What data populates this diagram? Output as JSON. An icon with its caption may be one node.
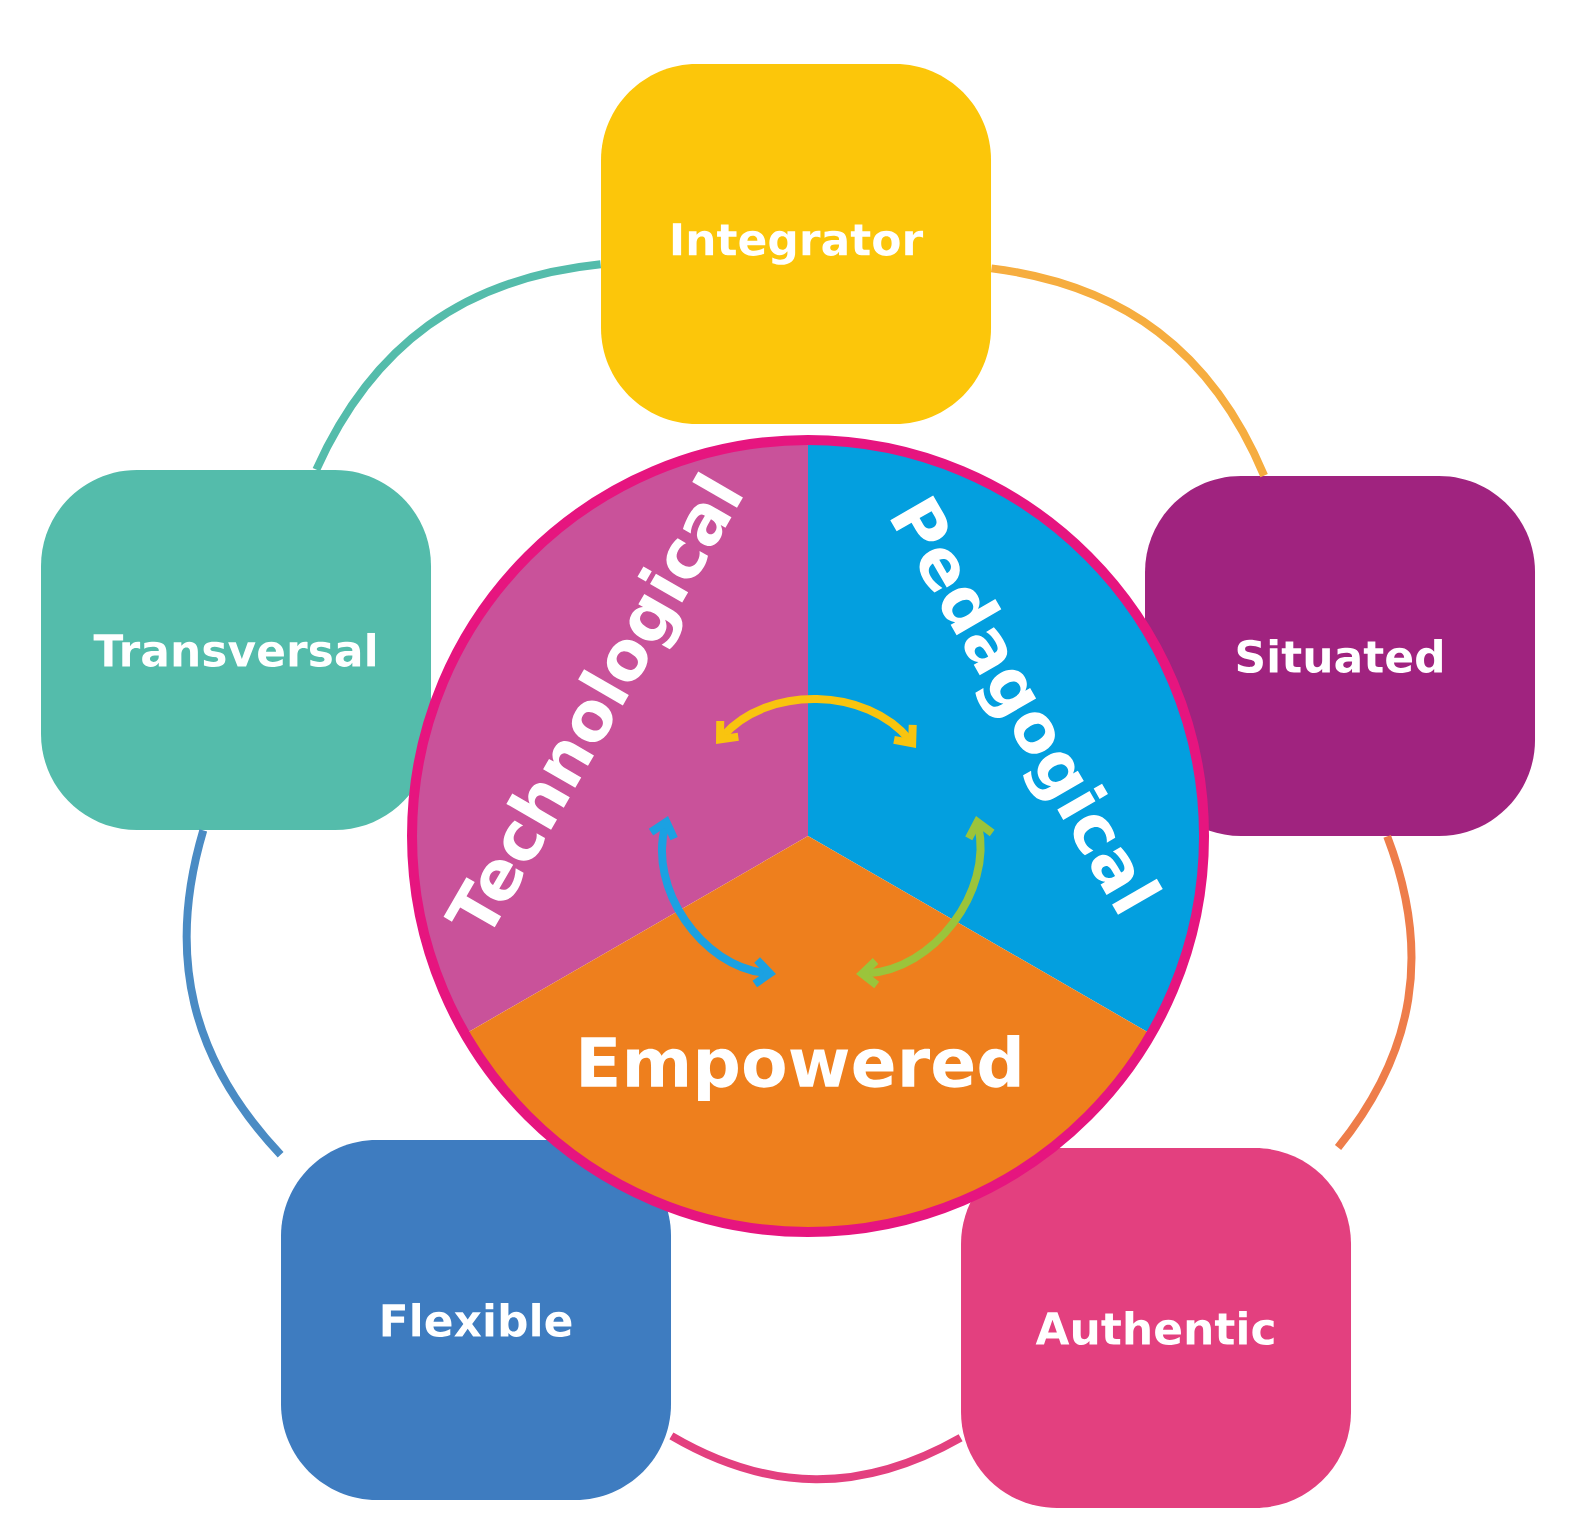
{
  "diagram": {
    "nodes": [
      {
        "text": [
          "Integrator"
        ]
      },
      {
        "text": [
          "Transversal"
        ]
      },
      {
        "text": [
          "Situated"
        ]
      },
      {
        "text": [
          "Flexible"
        ]
      },
      {
        "text": [
          "Authentic"
        ]
      },
      {
        "text": [],
        "shape": "circle"
      },
      {
        "text": [
          "Technological"
        ],
        "in": 5
      },
      {
        "text": [
          "Pedagogical"
        ],
        "in": 5
      },
      {
        "text": [
          "Empowered"
        ],
        "in": 5
      }
    ],
    "edges": [
      {
        "from": 0,
        "to": 2,
        "arrow": "none",
        "color": "#f6ad3f"
      },
      {
        "from": 2,
        "to": 4,
        "arrow": "none",
        "color": "#ee7d4a"
      },
      {
        "from": 4,
        "to": 3,
        "arrow": "none",
        "color": "#e3407f"
      },
      {
        "from": 3,
        "to": 1,
        "arrow": "none",
        "color": "#4a8bc4"
      },
      {
        "from": 1,
        "to": 0,
        "arrow": "none",
        "color": "#54bcab"
      },
      {
        "from": 6,
        "to": 7,
        "arrow": "both",
        "color": "#f9c40f"
      },
      {
        "from": 6,
        "to": 8,
        "arrow": "both",
        "color": "#1ba1e2"
      },
      {
        "from": 7,
        "to": 8,
        "arrow": "both",
        "color": "#9bc43b"
      }
    ]
  }
}
